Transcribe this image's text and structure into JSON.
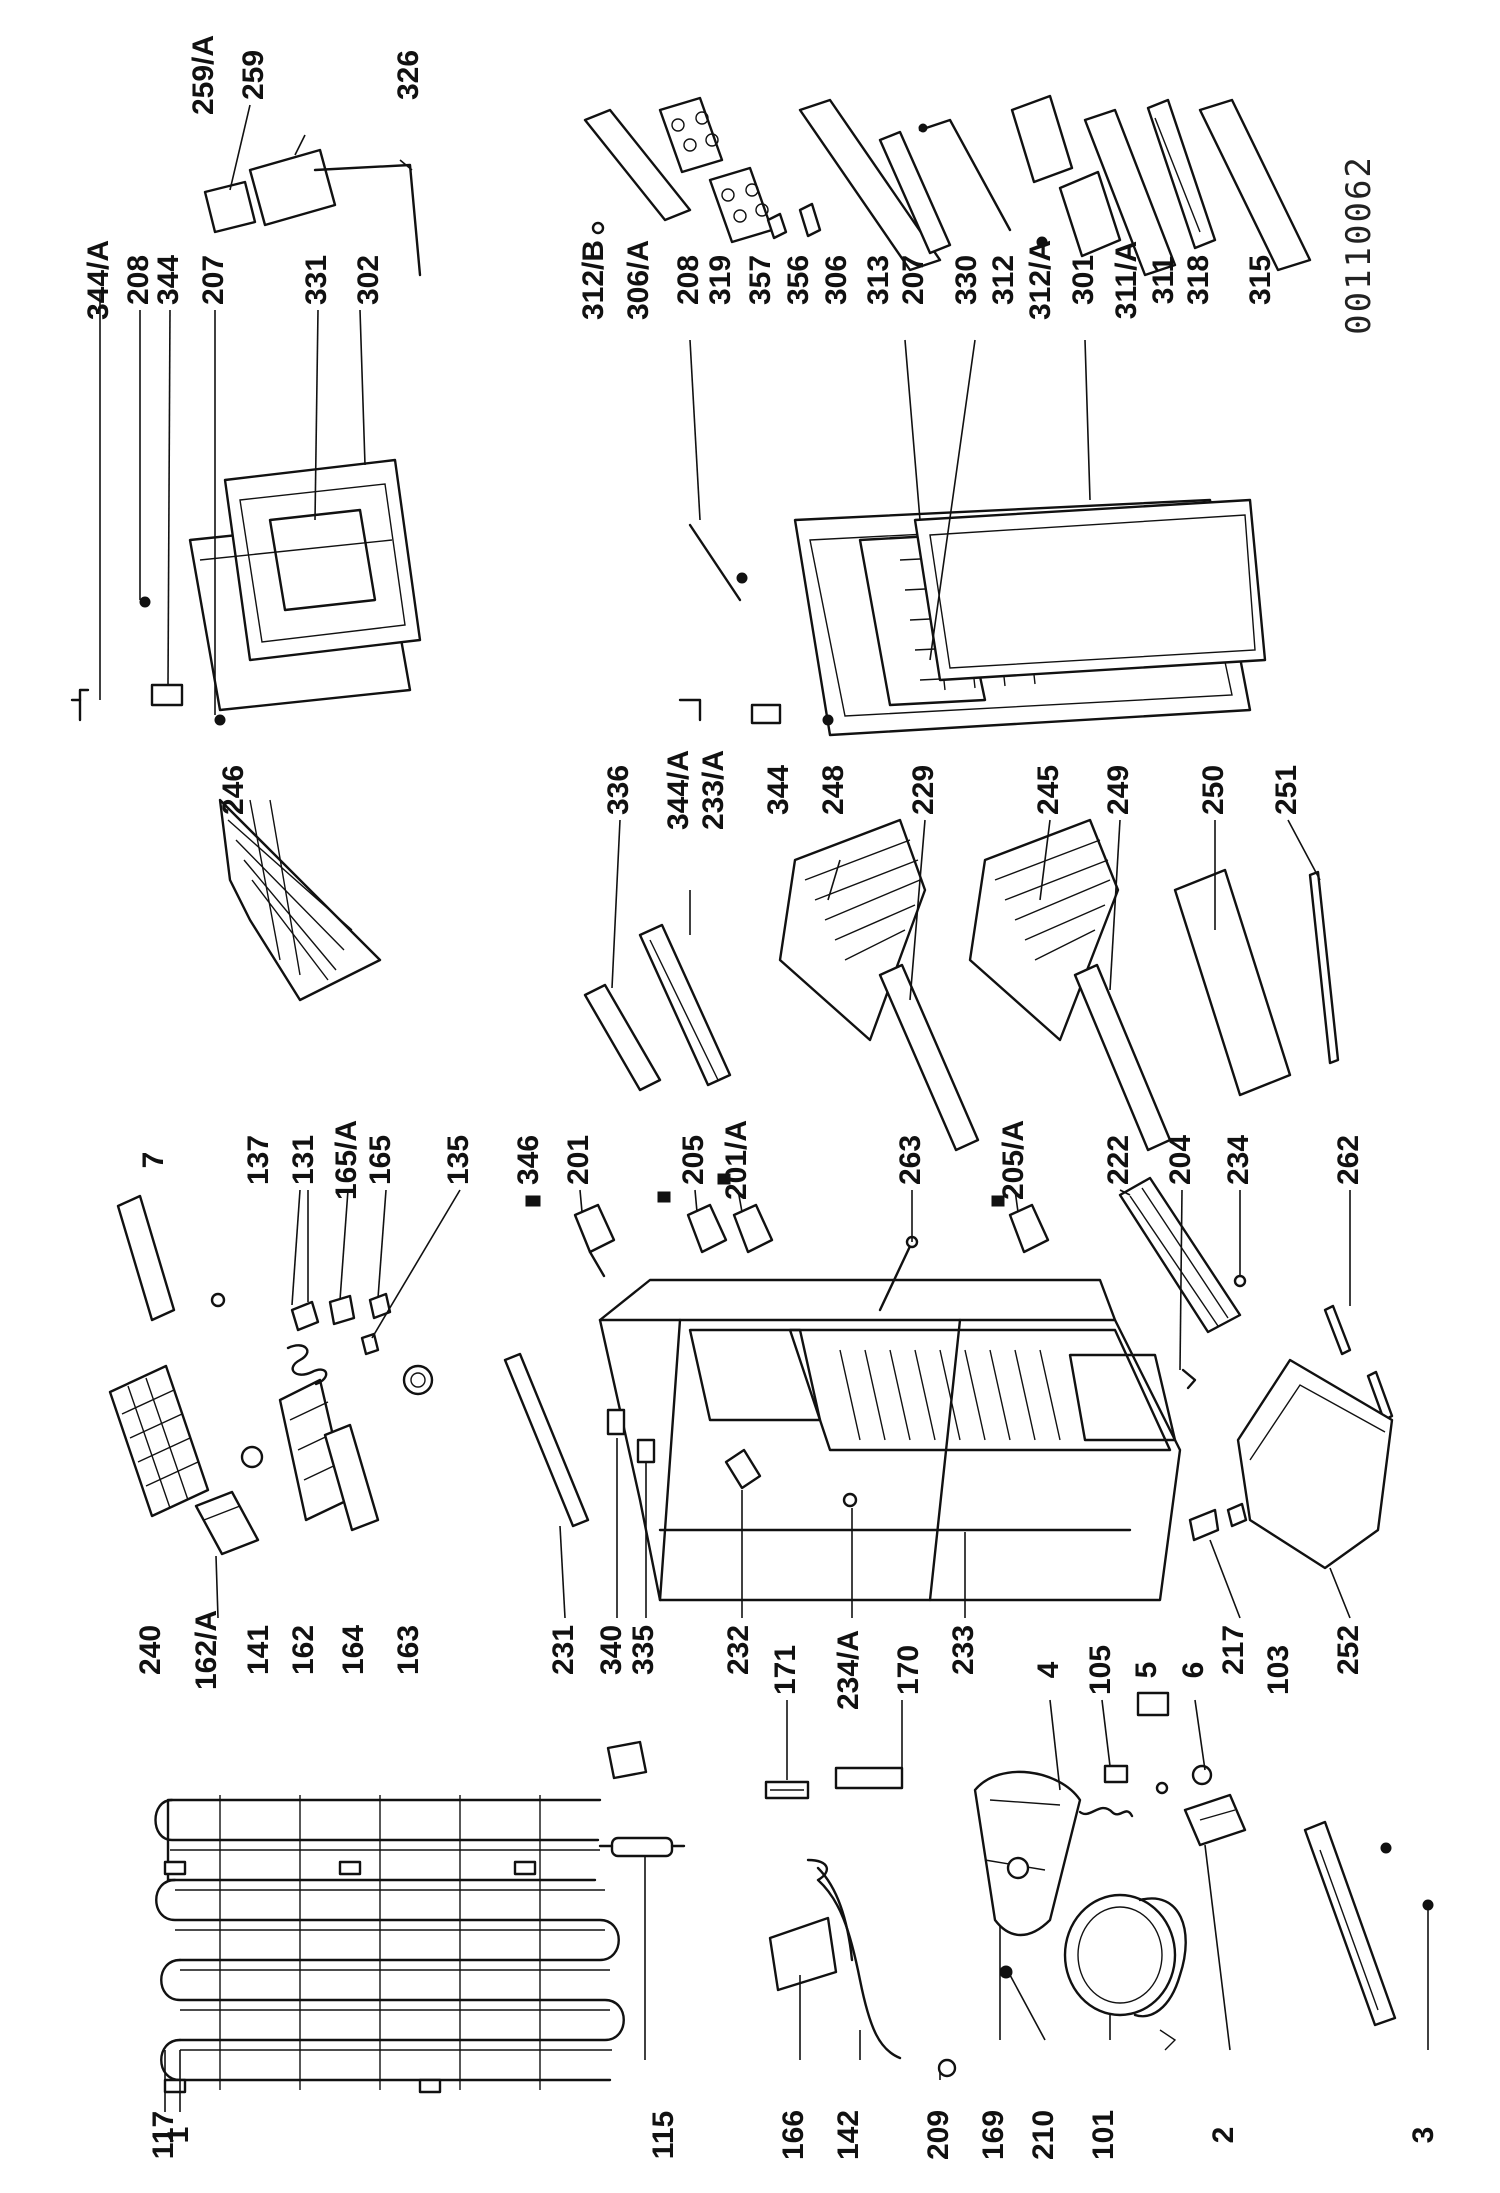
{
  "document_number": "00110062",
  "labels": [
    {
      "id": "1",
      "text": "1"
    },
    {
      "id": "117",
      "text": "117"
    },
    {
      "id": "115",
      "text": "115"
    },
    {
      "id": "166",
      "text": "166"
    },
    {
      "id": "142",
      "text": "142"
    },
    {
      "id": "209",
      "text": "209"
    },
    {
      "id": "169",
      "text": "169"
    },
    {
      "id": "210",
      "text": "210"
    },
    {
      "id": "101",
      "text": "101"
    },
    {
      "id": "2",
      "text": "2"
    },
    {
      "id": "3",
      "text": "3"
    },
    {
      "id": "171",
      "text": "171"
    },
    {
      "id": "234A_lower",
      "text": "234/A"
    },
    {
      "id": "170",
      "text": "170"
    },
    {
      "id": "4",
      "text": "4"
    },
    {
      "id": "105",
      "text": "105"
    },
    {
      "id": "5",
      "text": "5"
    },
    {
      "id": "6",
      "text": "6"
    },
    {
      "id": "103",
      "text": "103"
    },
    {
      "id": "240",
      "text": "240"
    },
    {
      "id": "162A",
      "text": "162/A"
    },
    {
      "id": "141",
      "text": "141"
    },
    {
      "id": "162",
      "text": "162"
    },
    {
      "id": "164",
      "text": "164"
    },
    {
      "id": "163",
      "text": "163"
    },
    {
      "id": "231",
      "text": "231"
    },
    {
      "id": "340",
      "text": "340"
    },
    {
      "id": "335",
      "text": "335"
    },
    {
      "id": "232",
      "text": "232"
    },
    {
      "id": "233_lower",
      "text": "233"
    },
    {
      "id": "217",
      "text": "217"
    },
    {
      "id": "252",
      "text": "252"
    },
    {
      "id": "7",
      "text": "7"
    },
    {
      "id": "137",
      "text": "137"
    },
    {
      "id": "131",
      "text": "131"
    },
    {
      "id": "165A",
      "text": "165/A"
    },
    {
      "id": "165",
      "text": "165"
    },
    {
      "id": "135",
      "text": "135"
    },
    {
      "id": "346",
      "text": "346"
    },
    {
      "id": "201",
      "text": "201"
    },
    {
      "id": "205",
      "text": "205"
    },
    {
      "id": "201A",
      "text": "201/A"
    },
    {
      "id": "263",
      "text": "263"
    },
    {
      "id": "205A",
      "text": "205/A"
    },
    {
      "id": "222",
      "text": "222"
    },
    {
      "id": "204",
      "text": "204"
    },
    {
      "id": "234",
      "text": "234"
    },
    {
      "id": "262",
      "text": "262"
    },
    {
      "id": "246",
      "text": "246"
    },
    {
      "id": "336",
      "text": "336"
    },
    {
      "id": "344A_mid",
      "text": "344/A"
    },
    {
      "id": "233A",
      "text": "233/A"
    },
    {
      "id": "344_mid",
      "text": "344"
    },
    {
      "id": "248",
      "text": "248"
    },
    {
      "id": "229",
      "text": "229"
    },
    {
      "id": "245",
      "text": "245"
    },
    {
      "id": "249",
      "text": "249"
    },
    {
      "id": "250",
      "text": "250"
    },
    {
      "id": "251",
      "text": "251"
    },
    {
      "id": "344A_top",
      "text": "344/A"
    },
    {
      "id": "208_top",
      "text": "208"
    },
    {
      "id": "344_top",
      "text": "344"
    },
    {
      "id": "207_top",
      "text": "207"
    },
    {
      "id": "331",
      "text": "331"
    },
    {
      "id": "302",
      "text": "302"
    },
    {
      "id": "259A",
      "text": "259/A"
    },
    {
      "id": "259",
      "text": "259"
    },
    {
      "id": "326",
      "text": "326"
    },
    {
      "id": "312B",
      "text": "312/B"
    },
    {
      "id": "306A",
      "text": "306/A"
    },
    {
      "id": "208_right",
      "text": "208"
    },
    {
      "id": "319",
      "text": "319"
    },
    {
      "id": "357",
      "text": "357"
    },
    {
      "id": "356",
      "text": "356"
    },
    {
      "id": "306",
      "text": "306"
    },
    {
      "id": "313",
      "text": "313"
    },
    {
      "id": "207_right",
      "text": "207"
    },
    {
      "id": "330",
      "text": "330"
    },
    {
      "id": "312",
      "text": "312"
    },
    {
      "id": "312A",
      "text": "312/A"
    },
    {
      "id": "301",
      "text": "301"
    },
    {
      "id": "311A",
      "text": "311/A"
    },
    {
      "id": "311",
      "text": "311"
    },
    {
      "id": "318",
      "text": "318"
    },
    {
      "id": "315",
      "text": "315"
    }
  ]
}
